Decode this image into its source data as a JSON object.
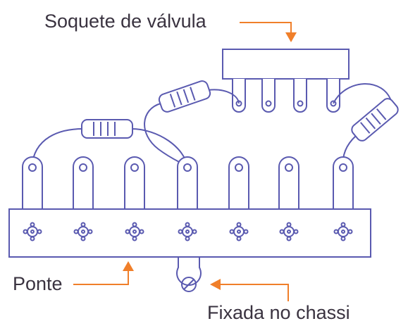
{
  "labels": {
    "socket": "Soquete de válvula",
    "bridge": "Ponte",
    "chassis": "Fixada no chassi"
  },
  "colors": {
    "line": "#5a5ab0",
    "accent": "#f07f2a",
    "text": "#3a3340",
    "background": "#ffffff"
  }
}
